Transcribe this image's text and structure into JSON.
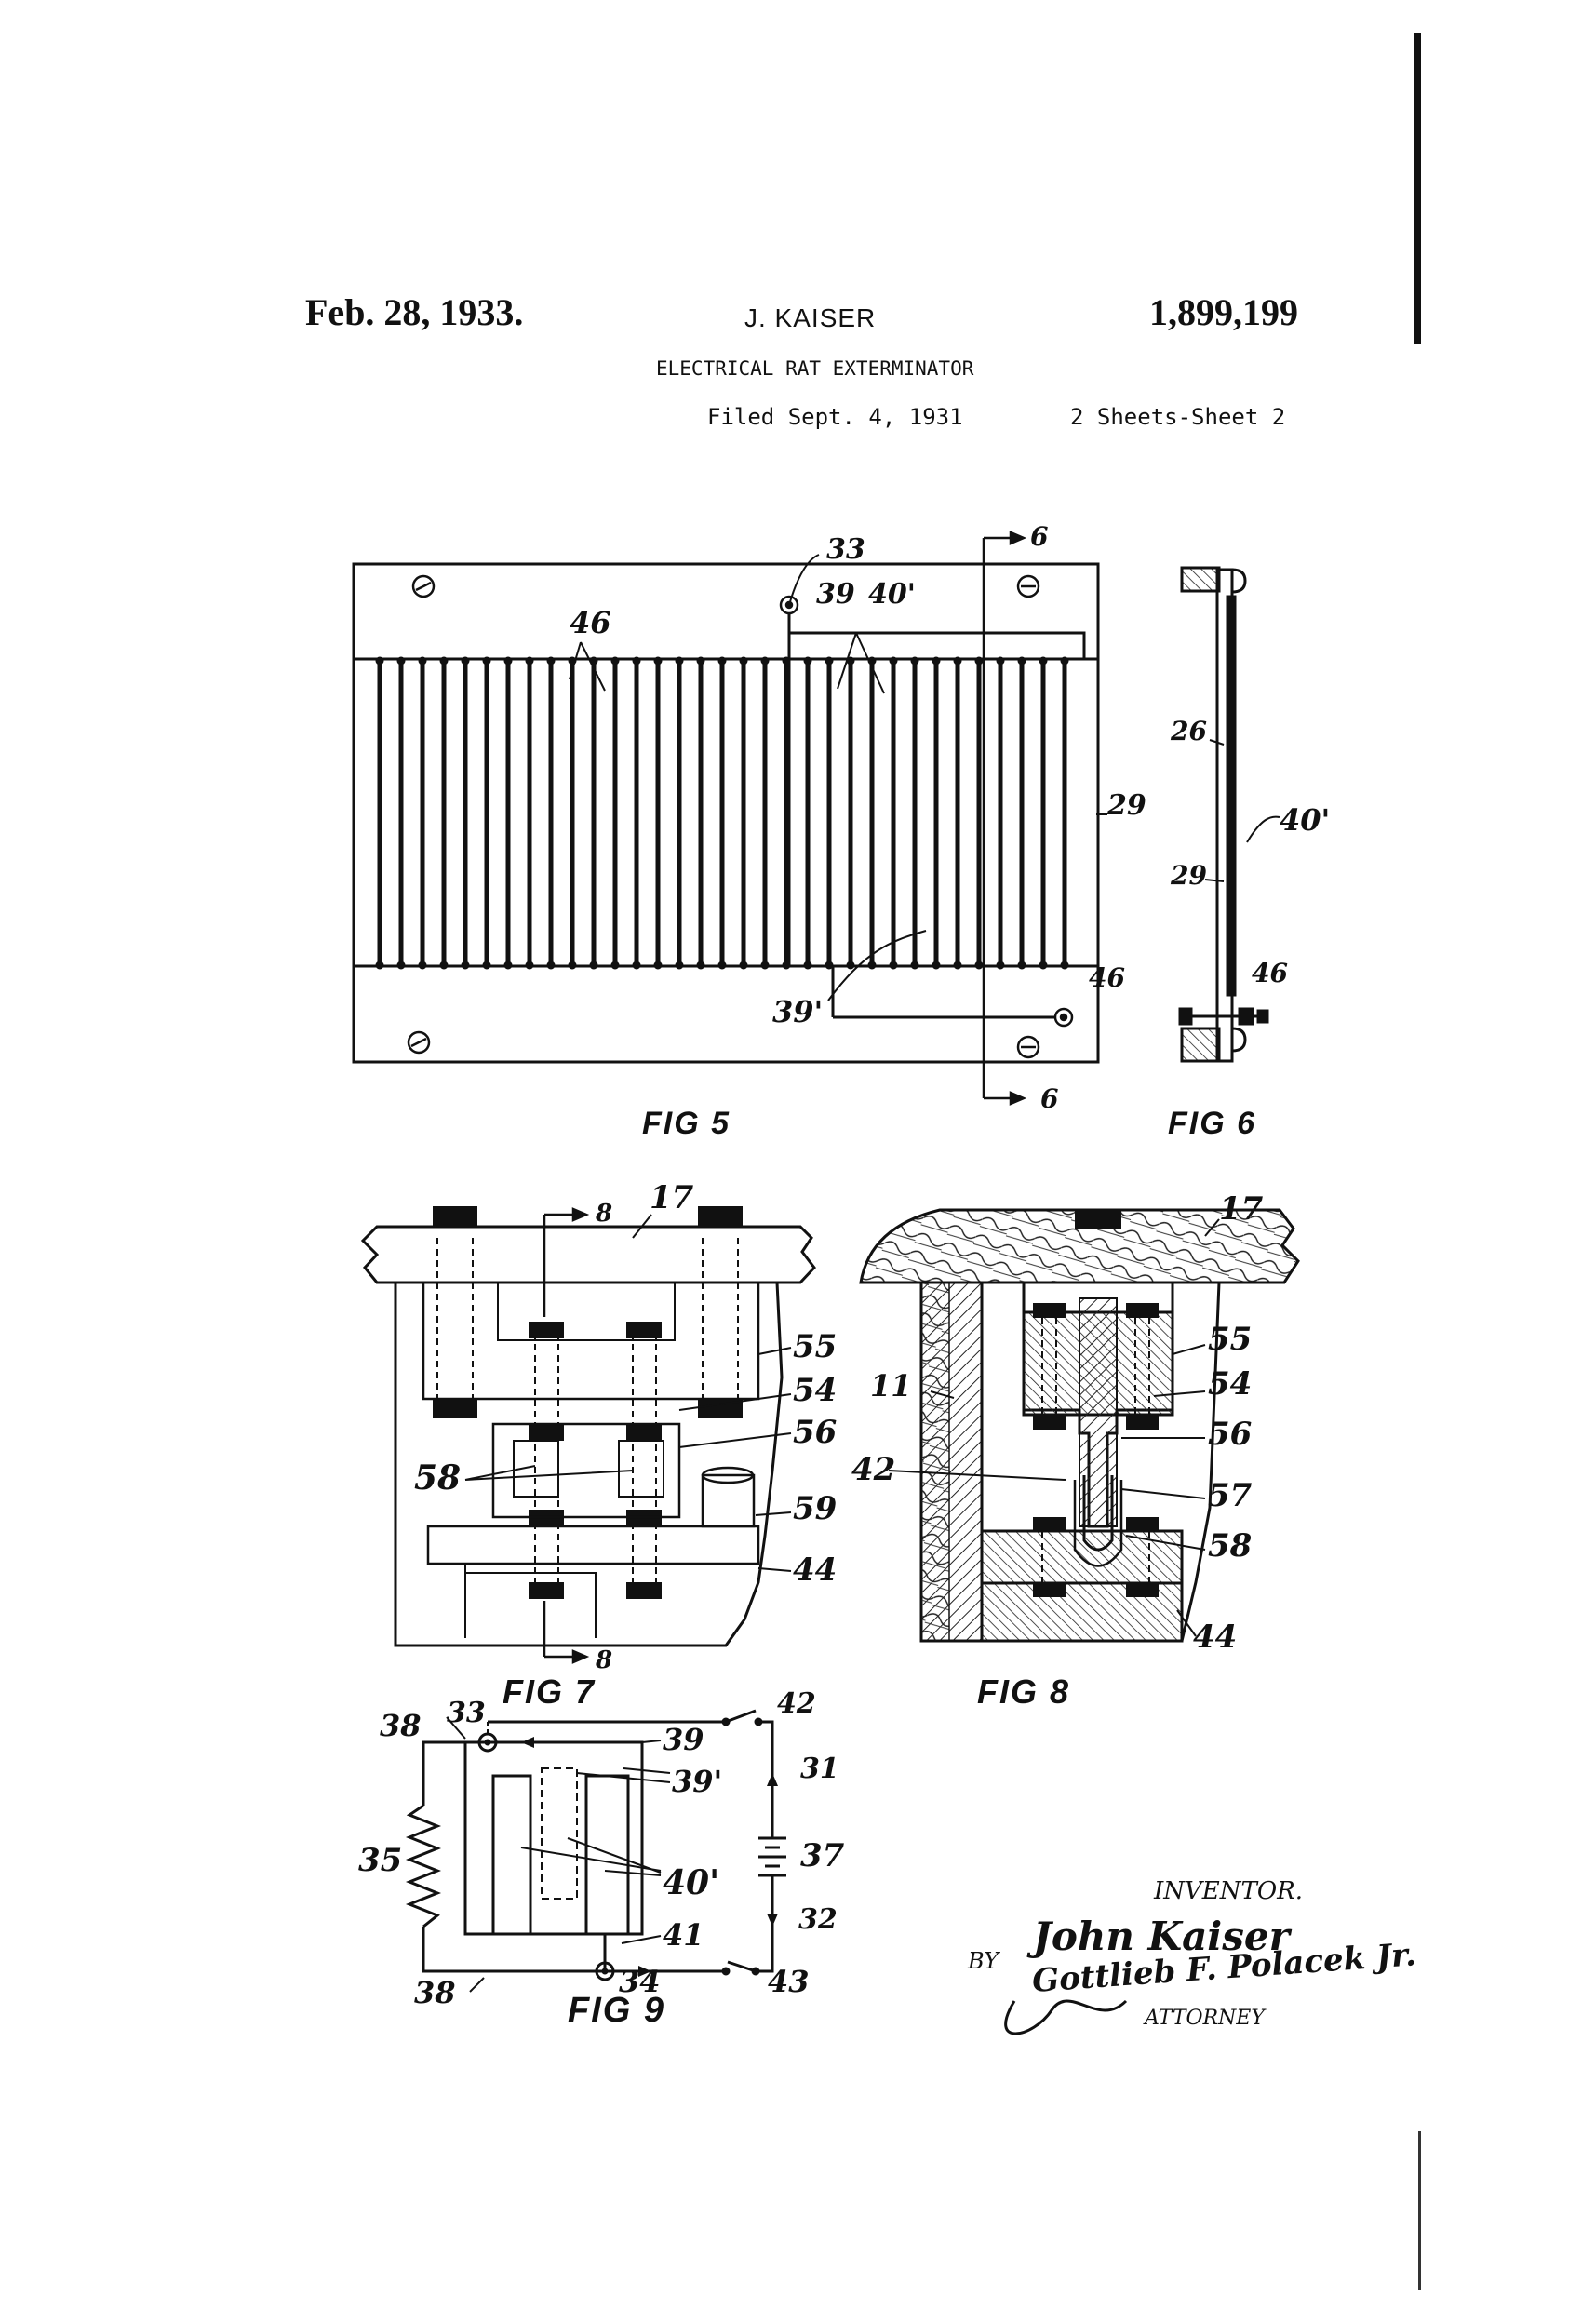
{
  "header": {
    "date": "Feb. 28, 1933.",
    "inventor_name": "J. KAISER",
    "patent_number": "1,899,199",
    "title": "ELECTRICAL RAT EXTERMINATOR",
    "filed": "Filed Sept. 4, 1931",
    "sheets": "2 Sheets-Sheet 2"
  },
  "figures": {
    "fig5": {
      "caption": "FIG 5",
      "labels": [
        "33",
        "39",
        "40'",
        "46",
        "29",
        "39'",
        "46",
        "6",
        "6"
      ]
    },
    "fig6": {
      "caption": "FIG 6",
      "labels": [
        "26",
        "40'",
        "29",
        "46"
      ]
    },
    "fig7": {
      "caption": "FIG 7",
      "labels": [
        "8",
        "17",
        "55",
        "54",
        "56",
        "58",
        "59",
        "44",
        "8"
      ]
    },
    "fig8": {
      "caption": "FIG 8",
      "labels": [
        "17",
        "55",
        "54",
        "56",
        "57",
        "58",
        "44",
        "11",
        "42"
      ]
    },
    "fig9": {
      "caption": "FIG 9",
      "labels": [
        "38",
        "33",
        "39",
        "42",
        "31",
        "39'",
        "37",
        "35",
        "40'",
        "41",
        "32",
        "34",
        "43",
        "38"
      ]
    }
  },
  "signature": {
    "inventor_label": "INVENTOR.",
    "inventor_sig": "John Kaiser",
    "by": "BY",
    "attorney_sig": "Gottlieb F. Polacek Jr.",
    "attorney_label": "ATTORNEY"
  }
}
